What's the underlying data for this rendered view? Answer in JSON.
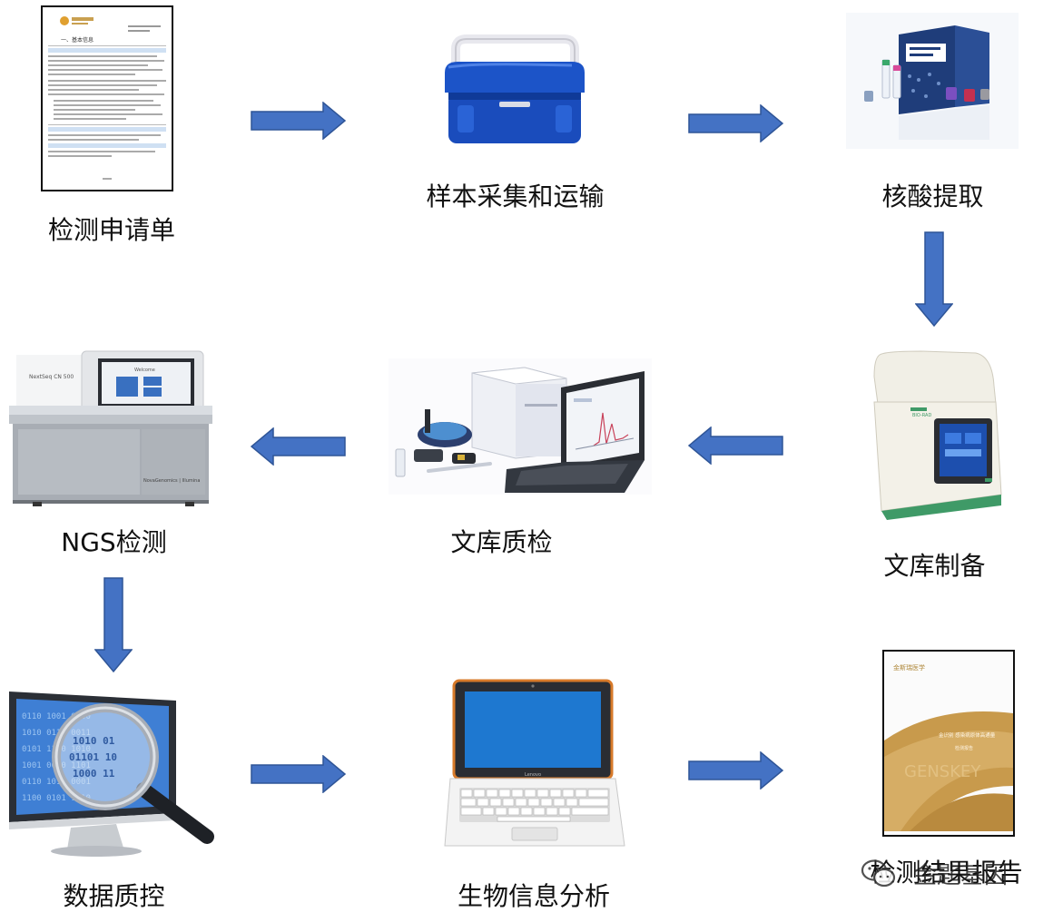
{
  "steps": [
    {
      "label": "检测申请单",
      "icon": "form-document-icon"
    },
    {
      "label": "样本采集和运输",
      "icon": "cooler-box-icon"
    },
    {
      "label": "核酸提取",
      "icon": "extraction-kit-icon"
    },
    {
      "label": "文库制备",
      "icon": "thermal-cycler-icon"
    },
    {
      "label": "文库质检",
      "icon": "lab-qc-instruments-icon"
    },
    {
      "label": "NGS检测",
      "icon": "sequencer-icon"
    },
    {
      "label": "数据质控",
      "icon": "magnifier-on-monitor-icon"
    },
    {
      "label": "生物信息分析",
      "icon": "laptop-icon"
    },
    {
      "label": "检测结果报告",
      "icon": "report-cover-icon"
    }
  ],
  "form_doc": {
    "section_title": "一、基本信息"
  },
  "cycler_brand": "BIO-RAD",
  "sequencer_brand": "NextSeq CN 500",
  "sequencer_screen_title": "Welcome",
  "report": {
    "brand": "金斯瑞医学",
    "title": "金识别 感染病原体高通量",
    "sub": "检测报告",
    "watermark_text": "GENSKEY"
  },
  "laptop_brand": "Lenovo",
  "watermark": {
    "text": "金匙基因"
  },
  "colors": {
    "arrow": "#4472C4",
    "arrow_stroke": "#2F5597"
  }
}
